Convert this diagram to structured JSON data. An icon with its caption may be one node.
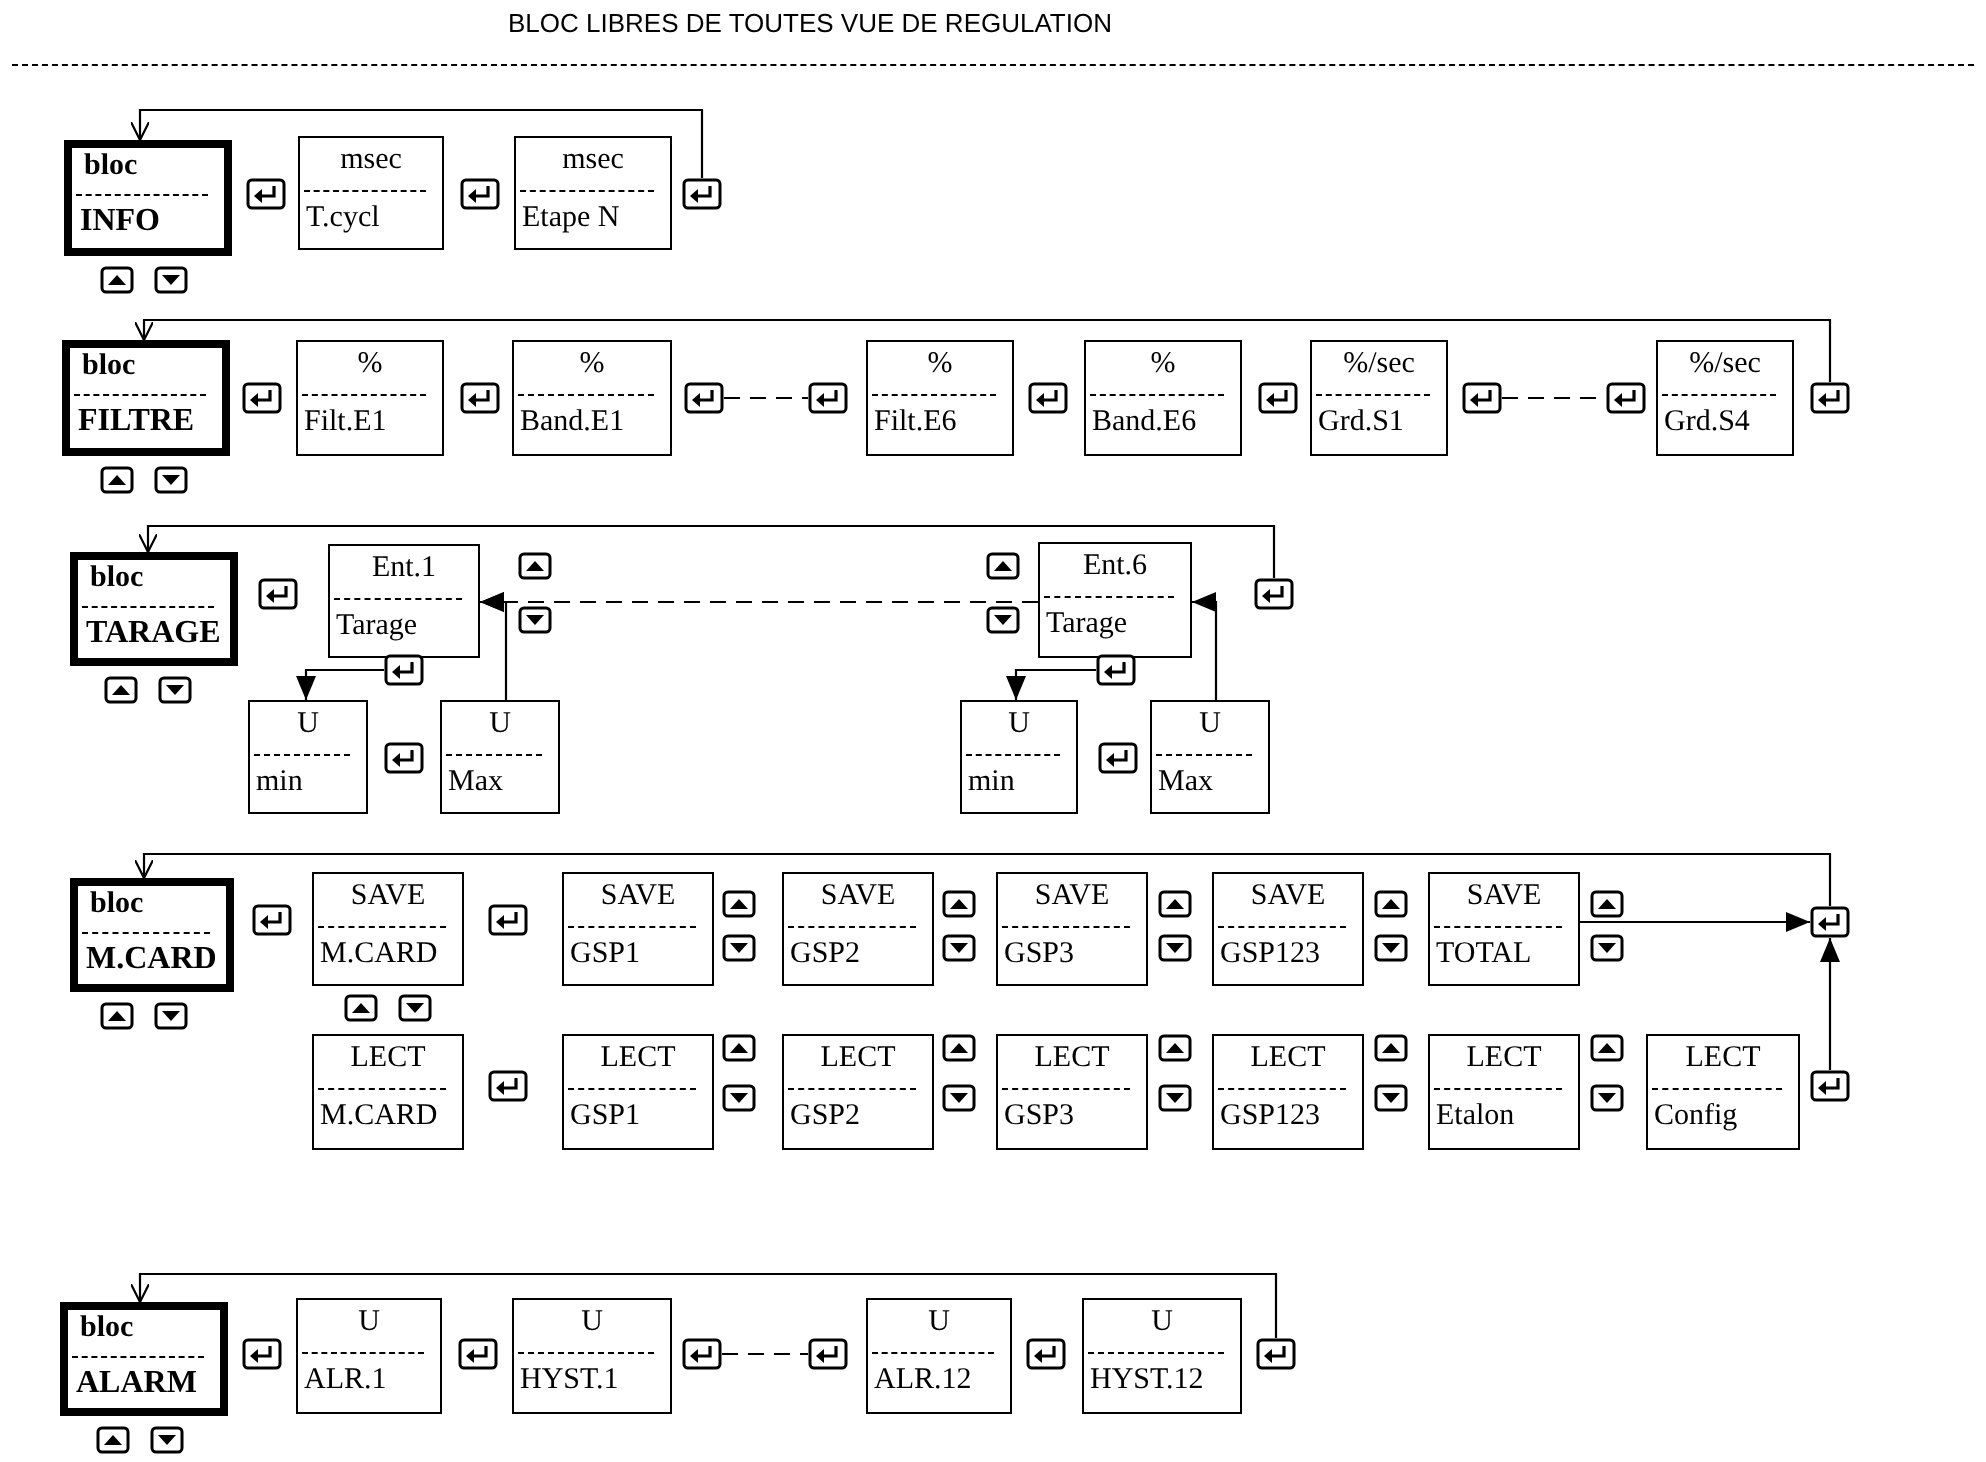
{
  "diagram": {
    "title": "BLOC LIBRES DE TOUTES VUE DE REGULATION",
    "nodes": [
      {
        "text": [
          "bloc",
          "INFO"
        ]
      },
      {
        "text": [
          "msec",
          "T.cycl"
        ]
      },
      {
        "text": [
          "msec",
          "Etape N"
        ]
      },
      {
        "text": [],
        "shape": "box"
      },
      {
        "text": [
          "bloc",
          "FILTRE"
        ]
      },
      {
        "text": [
          "%",
          "Filt.E1"
        ]
      },
      {
        "text": [
          "%",
          "Band.E1"
        ]
      },
      {
        "text": [],
        "shape": "box"
      },
      {
        "text": [],
        "shape": "box"
      },
      {
        "text": [
          "%",
          "Filt.E6"
        ]
      },
      {
        "text": [
          "%",
          "Band.E6"
        ]
      },
      {
        "text": [
          "%/sec",
          "Grd.S1"
        ]
      },
      {
        "text": [],
        "shape": "box"
      },
      {
        "text": [],
        "shape": "box"
      },
      {
        "text": [
          "%/sec",
          "Grd.S4"
        ]
      },
      {
        "text": [],
        "shape": "box"
      },
      {
        "text": [
          "bloc",
          "TARAGE"
        ]
      },
      {
        "text": [
          "Ent.1",
          "Tarage"
        ]
      },
      {
        "text": [
          "Ent.6",
          "Tarage"
        ]
      },
      {
        "text": [],
        "shape": "box"
      },
      {
        "text": [],
        "shape": "box"
      },
      {
        "text": [
          "U",
          "min"
        ]
      },
      {
        "text": [
          "U",
          "Max"
        ]
      },
      {
        "text": [],
        "shape": "box"
      },
      {
        "text": [
          "U",
          "min"
        ]
      },
      {
        "text": [
          "U",
          "Max"
        ]
      },
      {
        "text": [
          "bloc",
          "M.CARD"
        ]
      },
      {
        "text": [
          "SAVE",
          "M.CARD"
        ]
      },
      {
        "text": [
          "SAVE",
          "GSP1"
        ]
      },
      {
        "text": [
          "SAVE",
          "GSP2"
        ]
      },
      {
        "text": [
          "SAVE",
          "GSP3"
        ]
      },
      {
        "text": [
          "SAVE",
          "GSP123"
        ]
      },
      {
        "text": [
          "SAVE",
          "TOTAL"
        ]
      },
      {
        "text": [],
        "shape": "box"
      },
      {
        "text": [
          "LECT",
          "M.CARD"
        ]
      },
      {
        "text": [
          "LECT",
          "GSP1"
        ]
      },
      {
        "text": [
          "LECT",
          "GSP2"
        ]
      },
      {
        "text": [
          "LECT",
          "GSP3"
        ]
      },
      {
        "text": [
          "LECT",
          "GSP123"
        ]
      },
      {
        "text": [
          "LECT",
          "Etalon"
        ]
      },
      {
        "text": [
          "LECT",
          "Config"
        ]
      },
      {
        "text": [],
        "shape": "box"
      },
      {
        "text": [
          "bloc",
          "ALARM"
        ]
      },
      {
        "text": [
          "U",
          "ALR.1"
        ]
      },
      {
        "text": [
          "U",
          "HYST.1"
        ]
      },
      {
        "text": [],
        "shape": "box"
      },
      {
        "text": [],
        "shape": "box"
      },
      {
        "text": [
          "U",
          "ALR.12"
        ]
      },
      {
        "text": [
          "U",
          "HYST.12"
        ]
      },
      {
        "text": [],
        "shape": "box"
      }
    ],
    "edges": [
      {
        "from": 3,
        "to": 0,
        "arrow": "to"
      },
      {
        "from": 7,
        "to": 8,
        "arrow": "none",
        "style": "dashed"
      },
      {
        "from": 12,
        "to": 13,
        "arrow": "none",
        "style": "dashed"
      },
      {
        "from": 15,
        "to": 4,
        "arrow": "to"
      },
      {
        "from": 18,
        "to": 17,
        "arrow": "to",
        "style": "dashed"
      },
      {
        "from": 22,
        "to": 17,
        "arrow": "to"
      },
      {
        "from": 20,
        "to": 21,
        "arrow": "to"
      },
      {
        "from": 19,
        "to": 16,
        "arrow": "to"
      },
      {
        "from": 25,
        "to": 18,
        "arrow": "to"
      },
      {
        "from": 23,
        "to": 24,
        "arrow": "to"
      },
      {
        "from": 32,
        "to": 33,
        "arrow": "to"
      },
      {
        "from": 41,
        "to": 33,
        "arrow": "to"
      },
      {
        "from": 33,
        "to": 26,
        "arrow": "to"
      },
      {
        "from": 45,
        "to": 46,
        "arrow": "none",
        "style": "dashed"
      },
      {
        "from": 49,
        "to": 42,
        "arrow": "to"
      }
    ]
  }
}
